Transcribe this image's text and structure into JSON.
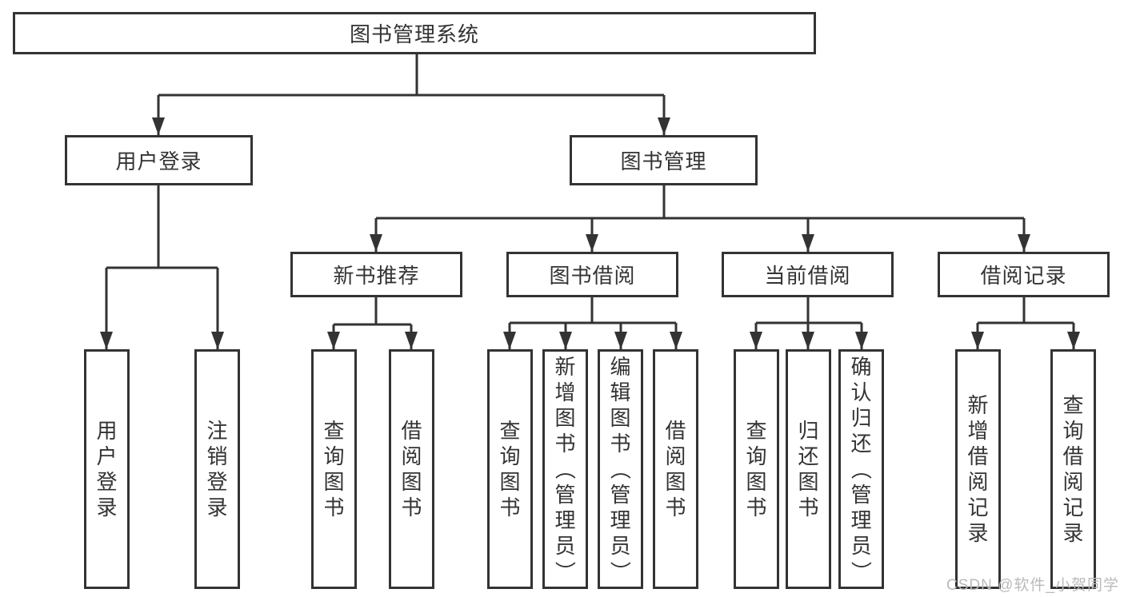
{
  "page": {
    "background_color": "#ffffff",
    "line_color": "#333333",
    "box_border_color": "#333333",
    "text_color": "#333333",
    "watermark_color": "#b9babc"
  },
  "tree": {
    "root": {
      "label": "图书管理系统"
    },
    "branches": [
      {
        "label": "用户登录",
        "leaves": [
          {
            "label": "用户登录"
          },
          {
            "label": "注销登录"
          }
        ]
      },
      {
        "label": "图书管理",
        "sections": [
          {
            "label": "新书推荐",
            "leaves": [
              {
                "label": "查询图书"
              },
              {
                "label": "借阅图书"
              }
            ]
          },
          {
            "label": "图书借阅",
            "leaves": [
              {
                "label": "查询图书"
              },
              {
                "label": "新增图书（管理员）"
              },
              {
                "label": "编辑图书（管理员）"
              },
              {
                "label": "借阅图书"
              }
            ]
          },
          {
            "label": "当前借阅",
            "leaves": [
              {
                "label": "查询图书"
              },
              {
                "label": "归还图书"
              },
              {
                "label": "确认归还（管理员）"
              }
            ]
          },
          {
            "label": "借阅记录",
            "leaves": [
              {
                "label": "新增借阅记录"
              },
              {
                "label": "查询借阅记录"
              }
            ]
          }
        ]
      }
    ]
  },
  "watermark": {
    "text": "CSDN @软件_小贺同学"
  }
}
